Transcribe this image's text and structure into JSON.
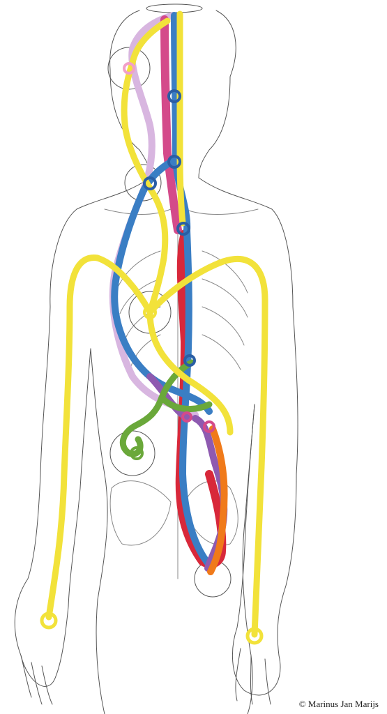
{
  "credit": "© Marinus Jan Marijs",
  "colors": {
    "background": "#ffffff",
    "outline": "#555555",
    "yellow": "#f2e23a",
    "blue": "#3a7ec4",
    "red": "#d8283a",
    "pink": "#d44a8a",
    "lavender": "#d8b6e0",
    "purple": "#8e5ab0",
    "orange": "#f07a1a",
    "green": "#6aa83a"
  },
  "channels": [
    {
      "key": "yellow",
      "color_key": "yellow"
    },
    {
      "key": "blue",
      "color_key": "blue"
    },
    {
      "key": "red",
      "color_key": "red"
    },
    {
      "key": "pink",
      "color_key": "pink"
    },
    {
      "key": "lavender",
      "color_key": "lavender"
    },
    {
      "key": "purple",
      "color_key": "purple"
    },
    {
      "key": "orange",
      "color_key": "orange"
    },
    {
      "key": "green",
      "color_key": "green"
    }
  ]
}
